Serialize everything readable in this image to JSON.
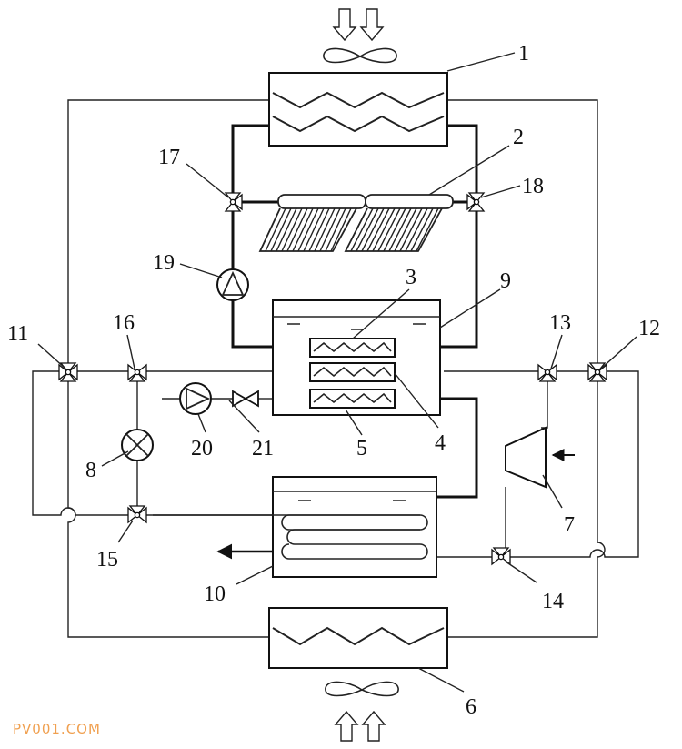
{
  "labels": {
    "l1": "1",
    "l2": "2",
    "l3": "3",
    "l4": "4",
    "l5": "5",
    "l6": "6",
    "l7": "7",
    "l8": "8",
    "l9": "9",
    "l10": "10",
    "l11": "11",
    "l12": "12",
    "l13": "13",
    "l14": "14",
    "l15": "15",
    "l16": "16",
    "l17": "17",
    "l18": "18",
    "l19": "19",
    "l20": "20",
    "l21": "21"
  },
  "watermark": "PV001.COM"
}
